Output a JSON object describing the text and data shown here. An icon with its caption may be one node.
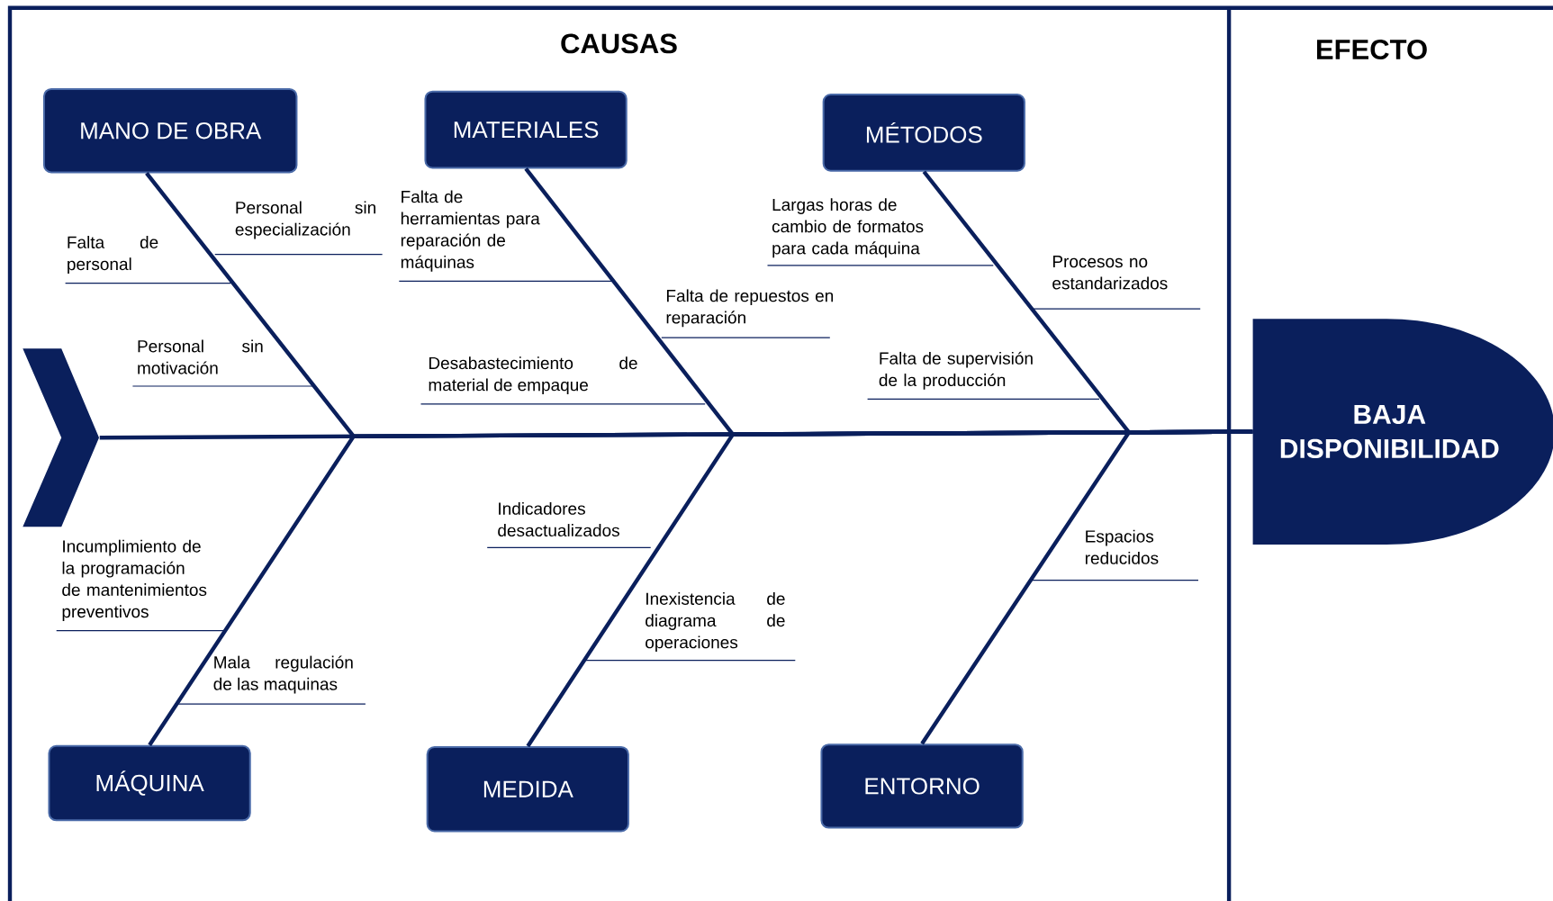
{
  "diagram": {
    "nodes": [
      {
        "text": [
          "MANO DE OBRA"
        ]
      },
      {
        "text": [
          "MATERIALES"
        ]
      },
      {
        "text": [
          "MÉTODOS"
        ]
      },
      {
        "text": [
          "MÁQUINA"
        ]
      },
      {
        "text": [
          "MEDIDA"
        ]
      },
      {
        "text": [
          "ENTORNO"
        ]
      },
      {
        "text": [
          "BAJA DISPONIBILIDAD"
        ]
      },
      {
        "text": [],
        "shape": "chevron"
      }
    ],
    "edges": [
      {
        "from": 7,
        "to": 6,
        "arrow": "none"
      },
      {
        "from": 0,
        "to": 6,
        "arrow": "none"
      },
      {
        "from": 3,
        "to": 6,
        "arrow": "none"
      },
      {
        "from": 1,
        "to": 6,
        "arrow": "none"
      },
      {
        "from": 4,
        "to": 6,
        "arrow": "none"
      },
      {
        "from": 2,
        "to": 6,
        "arrow": "none"
      },
      {
        "from": 5,
        "to": 6,
        "arrow": "none"
      }
    ],
    "labels": [
      "CAUSAS",
      "EFECTO",
      "Personal sin especialización",
      "Falta de personal",
      "Falta de herramientas para reparación de máquinas",
      "Falta de repuestos en reparación",
      "Personal sin motivación",
      "Desabastecimiento de material de empaque",
      "Largas horas de cambio de formatos para cada máquina",
      "Procesos no estandarizados",
      "Falta de supervisión de la producción",
      "Incumplimiento de la programación de mantenimientos preventivos",
      "Mala regulación de las maquinas",
      "Indicadores desactualizados",
      "Inexistencia de diagrama de operaciones",
      "Espacios reducidos"
    ]
  }
}
